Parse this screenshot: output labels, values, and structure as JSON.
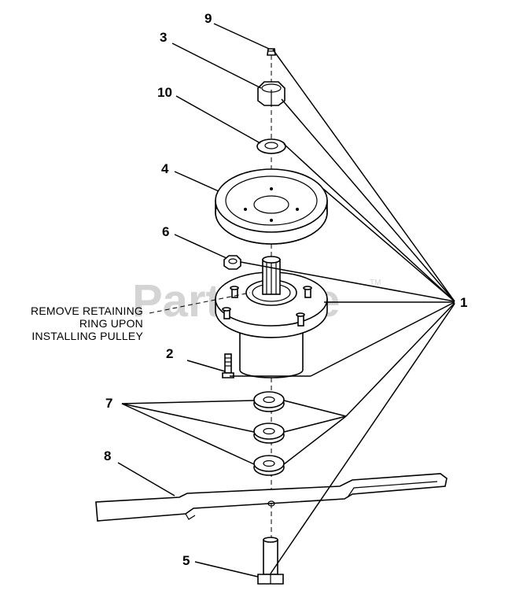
{
  "watermark": {
    "text": "PartsTree",
    "trademark": "TM"
  },
  "callouts": {
    "c1": "1",
    "c2": "2",
    "c3": "3",
    "c4": "4",
    "c5": "5",
    "c6": "6",
    "c7": "7",
    "c8": "8",
    "c9": "9",
    "c10": "10"
  },
  "note": {
    "line1": "REMOVE RETAINING",
    "line2": "RING UPON",
    "line3": "INSTALLING PULLEY"
  }
}
